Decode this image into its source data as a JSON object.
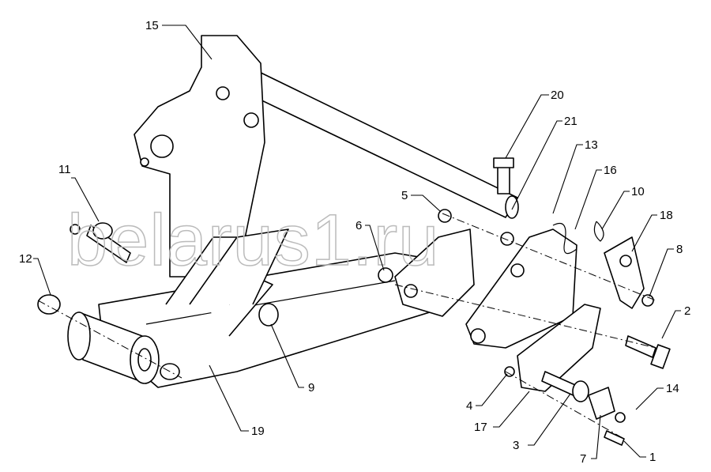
{
  "watermark": "belarus1.ru",
  "callouts": [
    {
      "id": "1",
      "label": "1"
    },
    {
      "id": "2",
      "label": "2"
    },
    {
      "id": "3",
      "label": "3"
    },
    {
      "id": "4",
      "label": "4"
    },
    {
      "id": "5",
      "label": "5"
    },
    {
      "id": "6",
      "label": "6"
    },
    {
      "id": "7",
      "label": "7"
    },
    {
      "id": "8",
      "label": "8"
    },
    {
      "id": "9",
      "label": "9"
    },
    {
      "id": "10",
      "label": "10"
    },
    {
      "id": "11",
      "label": "11"
    },
    {
      "id": "12",
      "label": "12"
    },
    {
      "id": "13",
      "label": "13"
    },
    {
      "id": "14",
      "label": "14"
    },
    {
      "id": "15",
      "label": "15"
    },
    {
      "id": "16",
      "label": "16"
    },
    {
      "id": "17",
      "label": "17"
    },
    {
      "id": "18",
      "label": "18"
    },
    {
      "id": "19",
      "label": "19"
    },
    {
      "id": "20",
      "label": "20"
    },
    {
      "id": "21",
      "label": "21"
    }
  ]
}
